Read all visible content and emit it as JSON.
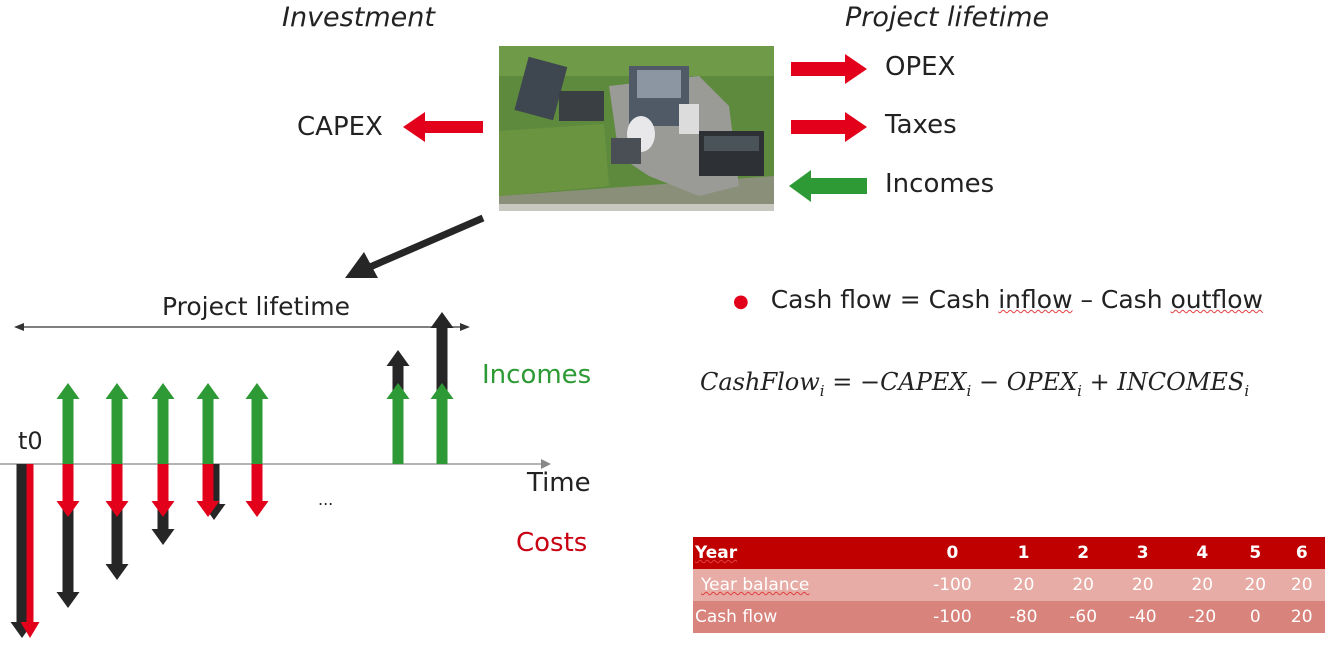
{
  "top": {
    "investment_heading": "Investment",
    "lifetime_heading": "Project lifetime",
    "capex_label": "CAPEX",
    "flows": [
      {
        "label": "OPEX",
        "direction": "out",
        "color": "#e2001a"
      },
      {
        "label": "Taxes",
        "direction": "out",
        "color": "#e2001a"
      },
      {
        "label": "Incomes",
        "direction": "in",
        "color": "#2e9a35"
      }
    ],
    "photo": "aerial-biogas-plant-photo"
  },
  "timeline": {
    "span_label": "Project lifetime",
    "t0_label": "t0",
    "time_label": "Time",
    "ellipsis": "...",
    "incomes_label": "Incomes",
    "costs_label": "Costs"
  },
  "colors": {
    "cost": "#e2001a",
    "income": "#2e9a35",
    "net": "#262626",
    "table_header": "#c00000",
    "table_row1": "#e6aca5",
    "table_row2": "#d8837b"
  },
  "formula": {
    "bullet_text_parts": [
      "Cash flow = Cash ",
      "inflow",
      " – Cash ",
      "outflow"
    ],
    "lhs": "CashFlow",
    "terms": [
      "= −CAPEX",
      " − OPEX",
      " + INCOMES"
    ],
    "subscript": "i"
  },
  "table": {
    "header": [
      "Year",
      "0",
      "1",
      "2",
      "3",
      "4",
      "5",
      "6"
    ],
    "rows": [
      {
        "label": "Year balance",
        "values": [
          "-100",
          "20",
          "20",
          "20",
          "20",
          "20",
          "20"
        ]
      },
      {
        "label": "Cash flow",
        "values": [
          "-100",
          "-80",
          "-60",
          "-40",
          "-20",
          "0",
          "20"
        ]
      }
    ]
  }
}
